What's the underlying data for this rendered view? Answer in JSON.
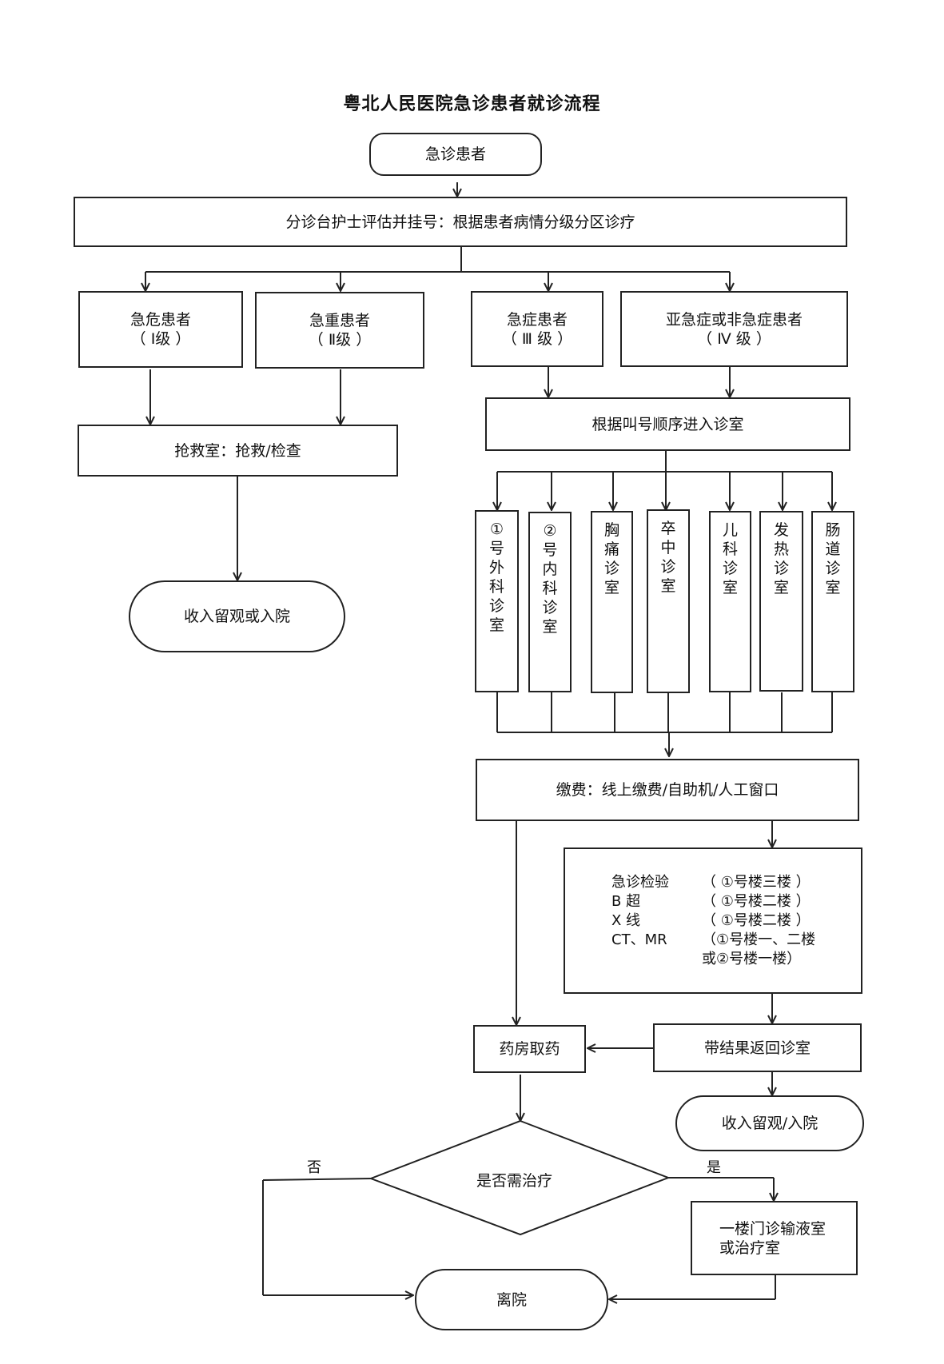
{
  "title": "粤北人民医院急诊患者就诊流程",
  "nodes": {
    "start": "急诊患者",
    "triage": "分诊台护士评估并挂号：根据患者病情分级分区诊疗",
    "level1": {
      "name": "急危患者",
      "grade": "（ Ⅰ级 ）"
    },
    "level2": {
      "name": "急重患者",
      "grade": "（ Ⅱ级 ）"
    },
    "level3": {
      "name": "急症患者",
      "grade": "（ Ⅲ 级 ）"
    },
    "level4": {
      "name": "亚急症或非急症患者",
      "grade": "（ Ⅳ 级 ）"
    },
    "rescue": "抢救室：抢救/检查",
    "admit_left": "收入留观或入院",
    "queue": "根据叫号顺序进入诊室",
    "clinics": [
      [
        "①",
        "号",
        "外",
        "科",
        "诊",
        "室"
      ],
      [
        "②",
        "号",
        "内",
        "科",
        "诊",
        "室"
      ],
      [
        "胸",
        "痛",
        "诊",
        "室"
      ],
      [
        "卒",
        "中",
        "诊",
        "室"
      ],
      [
        "儿",
        "科",
        "诊",
        "室"
      ],
      [
        "发",
        "热",
        "诊",
        "室"
      ],
      [
        "肠",
        "道",
        "诊",
        "室"
      ]
    ],
    "payment": "缴费：线上缴费/自助机/人工窗口",
    "exams": [
      {
        "item": "急诊检验",
        "location": "（ ①号楼三楼 ）"
      },
      {
        "item": "B 超",
        "location": "（ ①号楼二楼 ）"
      },
      {
        "item": "X 线",
        "location": "（ ①号楼二楼 ）"
      },
      {
        "item": "CT、MR",
        "location": "（①号楼一、二楼"
      },
      {
        "item": "",
        "location": "或②号楼一楼）"
      }
    ],
    "pharmacy": "药房取药",
    "return_clinic": "带结果返回诊室",
    "admit_right": "收入留观/入院",
    "decision": "是否需治疗",
    "yes": "是",
    "no": "否",
    "infusion_line1": "一楼门诊输液室",
    "infusion_line2": "或治疗室",
    "leave": "离院"
  }
}
